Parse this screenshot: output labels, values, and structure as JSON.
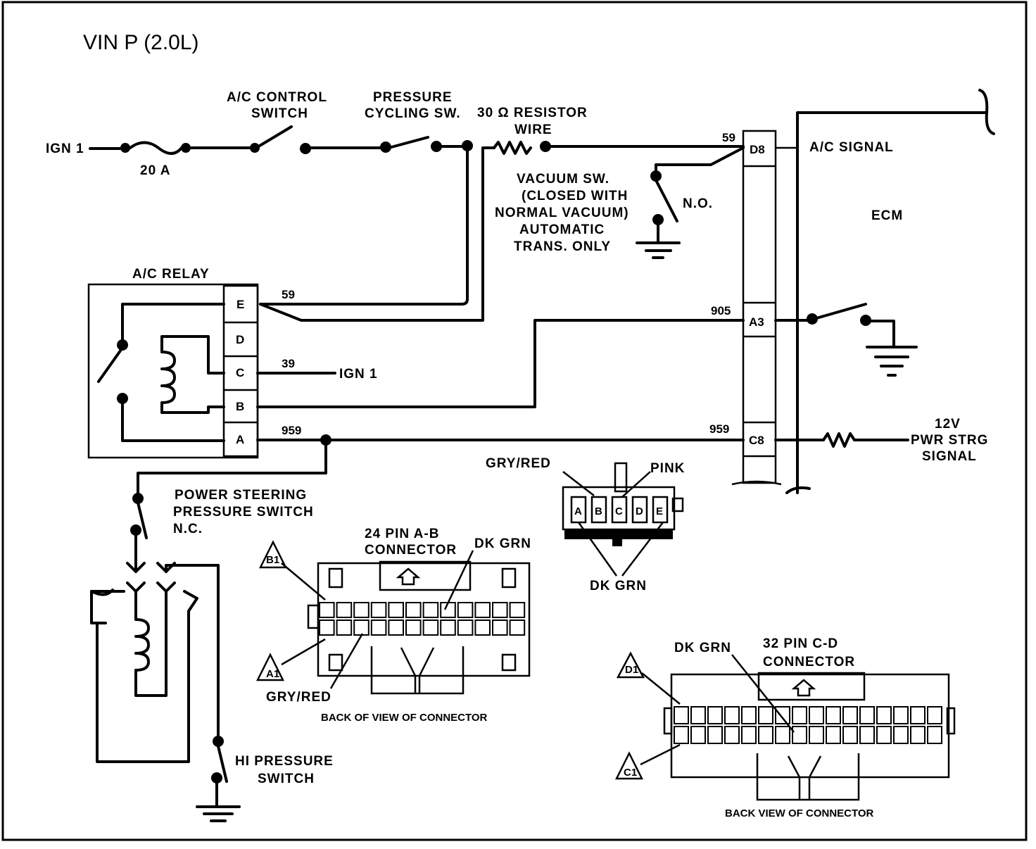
{
  "title": "VIN P (2.0L)",
  "labels": {
    "ac_control_switch": [
      "A/C CONTROL",
      "SWITCH"
    ],
    "pressure_cycling": [
      "PRESSURE",
      "CYCLING SW."
    ],
    "resistor_wire": [
      "30 Ω RESISTOR",
      "WIRE"
    ],
    "ign1_left": "IGN 1",
    "fuse": "20 A",
    "vacuum_switch": [
      "VACUUM SW.",
      "(CLOSED WITH",
      "NORMAL VACUUM)",
      "AUTOMATIC",
      "TRANS. ONLY"
    ],
    "no": "N.O.",
    "ac_signal": "A/C SIGNAL",
    "ecm": "ECM",
    "ac_relay": "A/C RELAY",
    "ign1_relay": "IGN 1",
    "pwr_strg": [
      "12V",
      "PWR STRG",
      "SIGNAL"
    ],
    "ps_switch": [
      "POWER STEERING",
      "PRESSURE SWITCH",
      "N.C."
    ],
    "hi_pressure": [
      "HI PRESSURE",
      "SWITCH"
    ],
    "gry_red_top": "GRY/RED",
    "pink": "PINK",
    "dk_grn_relay": "DK GRN",
    "conn24": [
      "24 PIN A-B",
      "CONNECTOR"
    ],
    "dk_grn_24": "DK GRN",
    "gry_red_24": "GRY/RED",
    "back_view_24": "BACK OF VIEW OF CONNECTOR",
    "dk_grn_32": "DK GRN",
    "conn32": [
      "32 PIN C-D",
      "CONNECTOR"
    ],
    "back_view_32": "BACK VIEW OF CONNECTOR"
  },
  "wire_numbers": {
    "w59_top": "59",
    "w59_relay": "59",
    "w39": "39",
    "w905": "905",
    "w959_left": "959",
    "w959_right": "959"
  },
  "relay_pins": [
    "E",
    "D",
    "C",
    "B",
    "A"
  ],
  "ecm_pins": {
    "d8": "D8",
    "a3": "A3",
    "c8": "C8"
  },
  "small_connector_pins": [
    "A",
    "B",
    "C",
    "D",
    "E"
  ],
  "triangles": {
    "b1": "B1",
    "a1": "A1",
    "d1": "D1",
    "c1": "C1"
  }
}
